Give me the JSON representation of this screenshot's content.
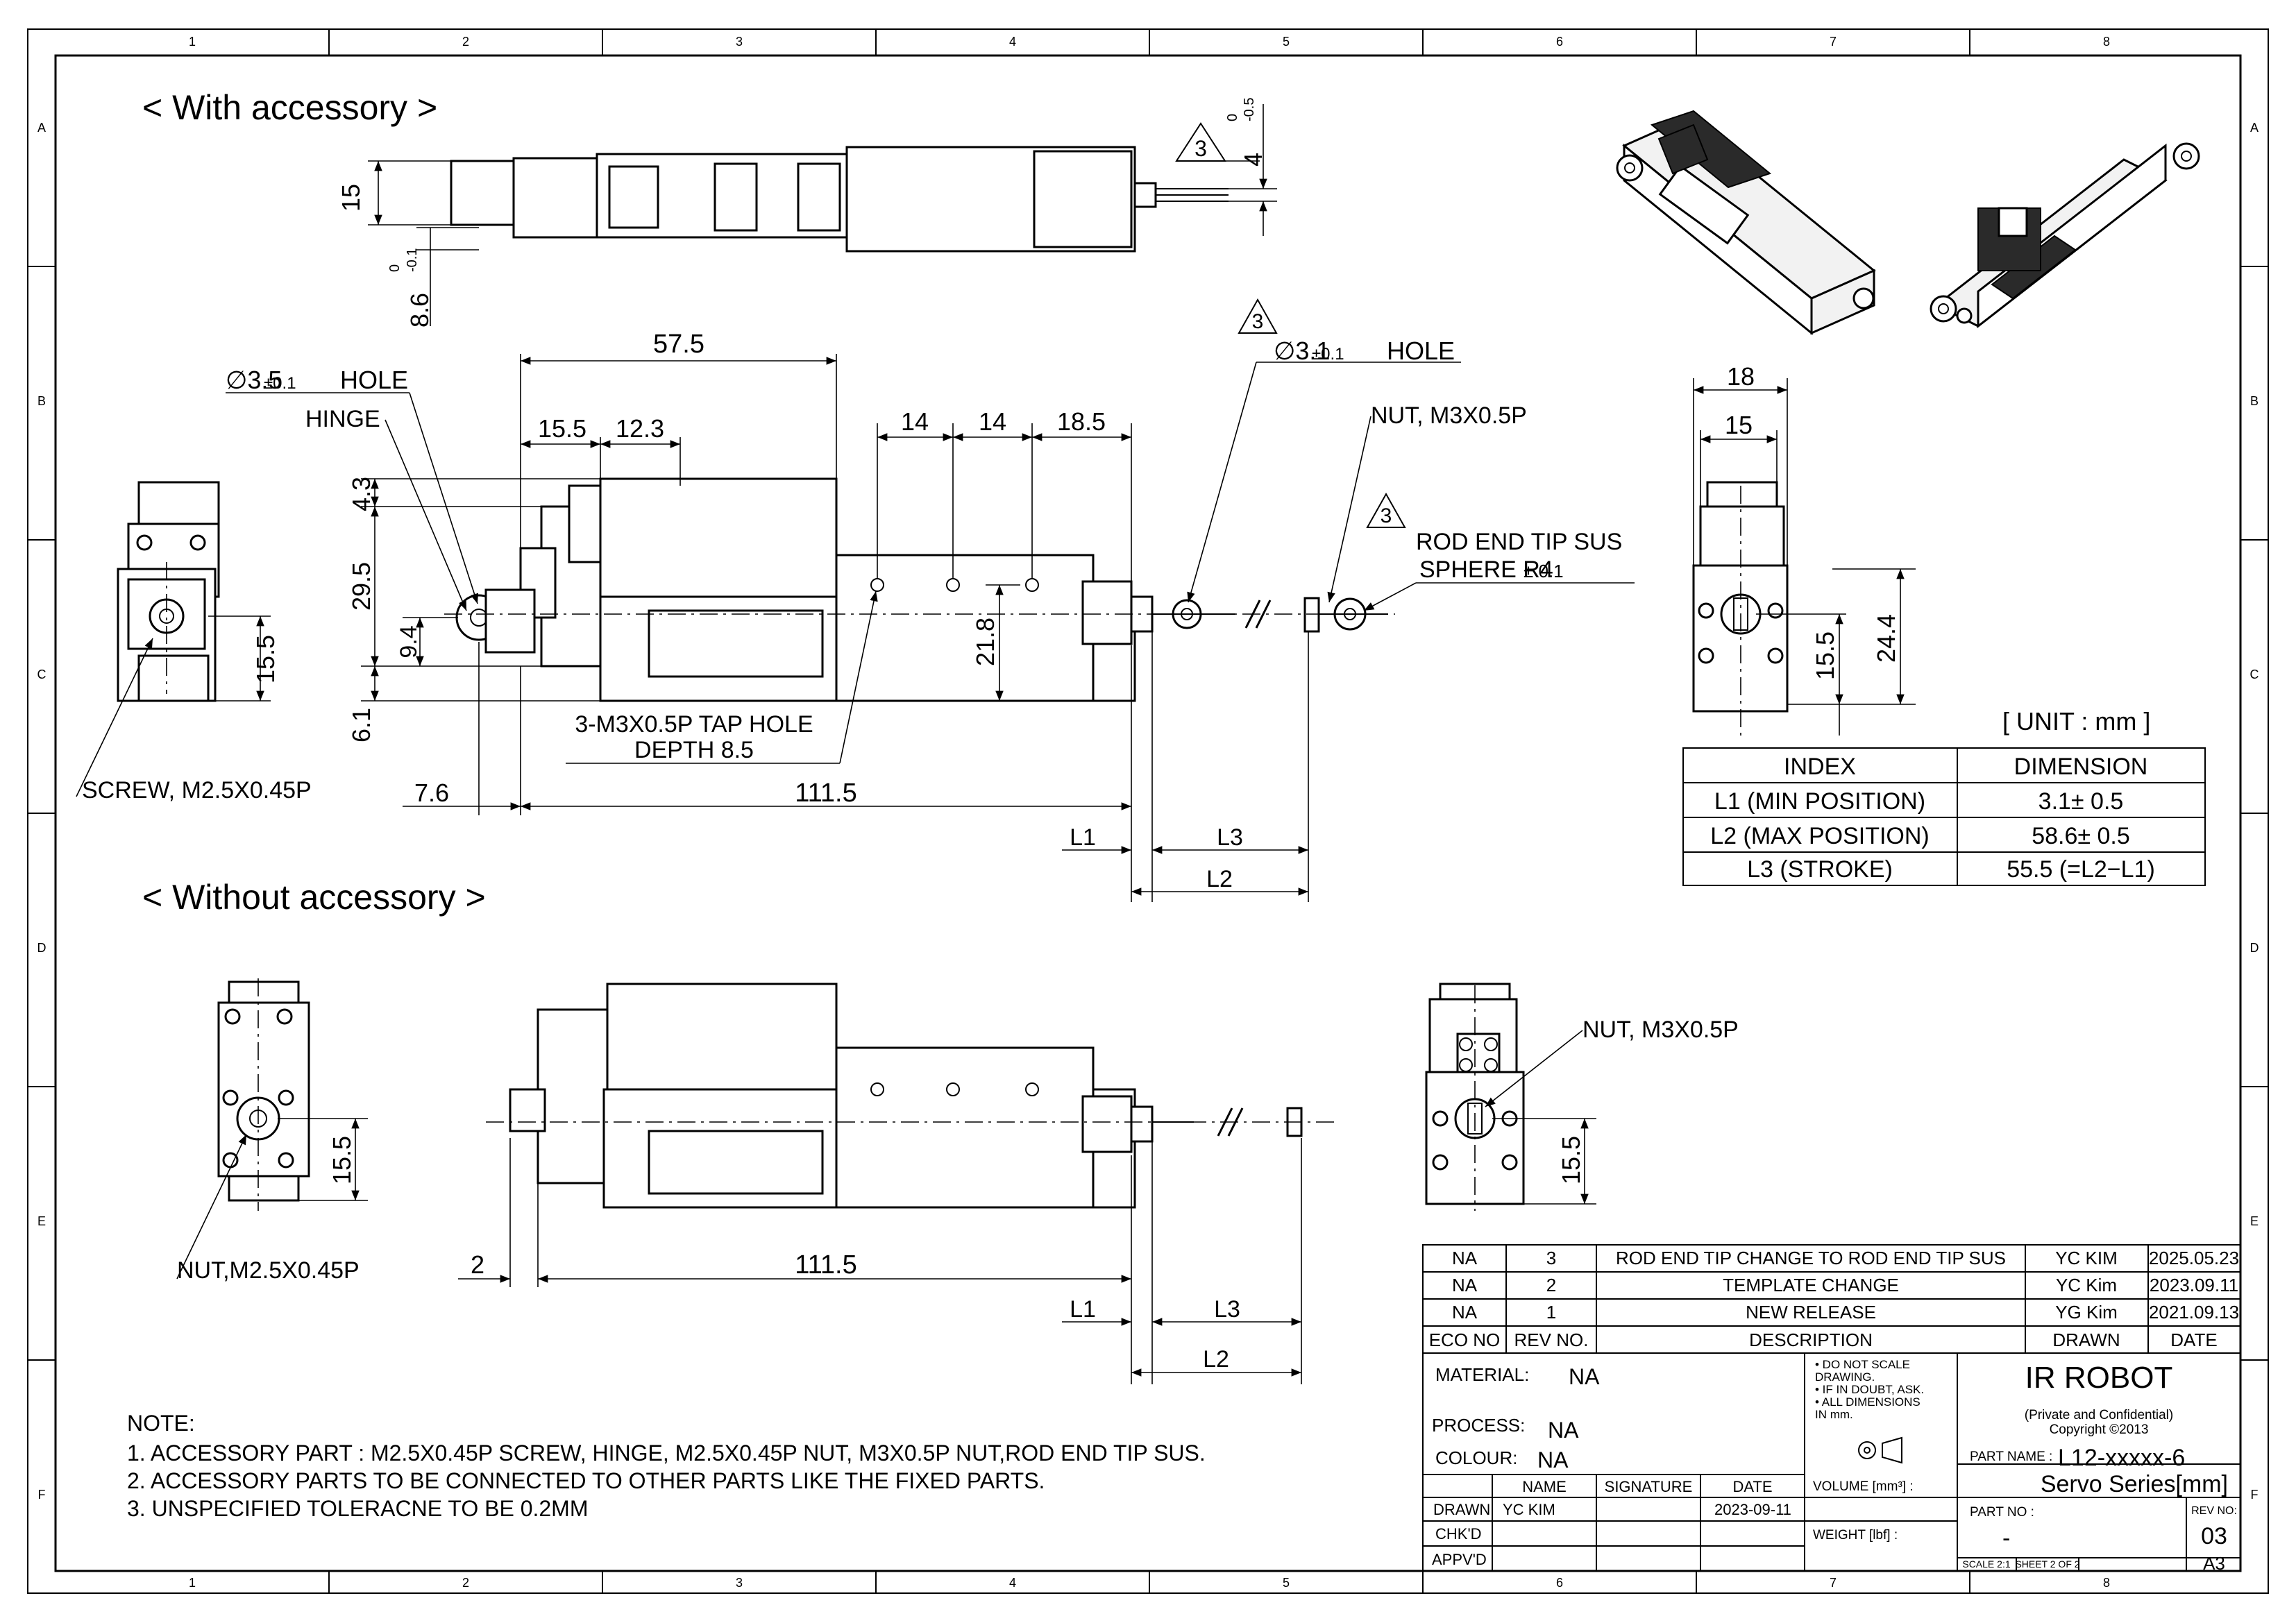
{
  "frame": {
    "columns": [
      "1",
      "2",
      "3",
      "4",
      "5",
      "6",
      "7",
      "8"
    ],
    "rows": [
      "A",
      "B",
      "C",
      "D",
      "E",
      "F"
    ]
  },
  "views": {
    "with_accessory_title": "< With accessory >",
    "without_accessory_title": "< Without accessory >"
  },
  "dims": {
    "d15_top": "15",
    "d86": "8.6",
    "d86_tol_upper": "0",
    "d86_tol_lower": "-0.1",
    "d4": "4",
    "d4_tol_upper": "0",
    "d4_tol_lower": "-0.5",
    "rev3": "3",
    "d575": "57.5",
    "d155": "15.5",
    "d123": "12.3",
    "d14a": "14",
    "d14b": "14",
    "d185": "18.5",
    "d43": "4.3",
    "d295": "29.5",
    "d94": "9.4",
    "d61": "6.1",
    "d218": "21.8",
    "d76": "7.6",
    "d1115": "111.5",
    "L1": "L1",
    "L2": "L2",
    "L3": "L3",
    "side_155": "15.5",
    "r18": "18",
    "r15": "15",
    "r155": "15.5",
    "r244": "24.4",
    "b155": "15.5",
    "b2": "2",
    "b1115": "111.5",
    "br155": "15.5"
  },
  "callouts": {
    "hole35": "∅3.5",
    "hole35_tol": "±0.1",
    "hole35_suffix": "HOLE",
    "hole31": "∅3.1",
    "hole31_tol": "±0.1",
    "hole31_suffix": "HOLE",
    "hinge": "HINGE",
    "nut_m3": "NUT, M3X0.5P",
    "rod_end_1": "ROD END TIP SUS",
    "rod_end_2": "SPHERE R4",
    "rod_end_2_tol": "± 0.1",
    "tap_1": "3-M3X0.5P TAP HOLE",
    "tap_2": "DEPTH 8.5",
    "screw": "SCREW, M2.5X0.45P",
    "nut_m25": "NUT,M2.5X0.45P",
    "nut_m3_b": "NUT, M3X0.5P"
  },
  "unit_label": "[ UNIT : mm ]",
  "dim_table": {
    "headers": [
      "INDEX",
      "DIMENSION"
    ],
    "rows": [
      [
        "L1 (MIN POSITION)",
        "3.1± 0.5"
      ],
      [
        "L2 (MAX POSITION)",
        "58.6± 0.5"
      ],
      [
        "L3 (STROKE)",
        "55.5 (=L2−L1)"
      ]
    ]
  },
  "notes": {
    "title": "NOTE:",
    "lines": [
      "1. ACCESSORY PART :  M2.5X0.45P SCREW, HINGE, M2.5X0.45P NUT, M3X0.5P NUT,ROD END TIP SUS.",
      "2. ACCESSORY PARTS TO BE CONNECTED TO OTHER PARTS LIKE THE  FIXED PARTS.",
      "3. UNSPECIFIED TOLERACNE TO BE 0.2MM"
    ]
  },
  "revision_table": {
    "rows": [
      [
        "NA",
        "3",
        "ROD END TIP CHANGE TO ROD END TIP SUS",
        "YC KIM",
        "2025.05.23"
      ],
      [
        "NA",
        "2",
        "TEMPLATE CHANGE",
        "YC Kim",
        "2023.09.11"
      ],
      [
        "NA",
        "1",
        "NEW RELEASE",
        "YG Kim",
        "2021.09.13"
      ]
    ],
    "headers": [
      "ECO NO",
      "REV NO.",
      "DESCRIPTION",
      "DRAWN",
      "DATE"
    ]
  },
  "title_block": {
    "material_label": "MATERIAL:",
    "material_value": "NA",
    "process_label": "PROCESS:",
    "process_value": "NA",
    "colour_label": "COLOUR:",
    "colour_value": "NA",
    "notes_bullets": [
      "• DO NOT SCALE",
      "  DRAWING.",
      "• IF IN DOUBT, ASK.",
      "• ALL DIMENSIONS",
      "  IN mm."
    ],
    "company": "IR ROBOT",
    "private": "(Private and Confidential)",
    "copyright": "Copyright ©2013",
    "part_name_label": "PART NAME :",
    "part_name_value": "L12-xxxxx-6",
    "series": "Servo Series[mm]",
    "part_no_label": "PART NO :",
    "part_no_value": "-",
    "rev_no_label": "REV NO:",
    "rev_no_value": "03",
    "scale_label": "SCALE  2:1",
    "sheet_label": "SHEET 2 OF 2",
    "size_value": "A3",
    "volume_label": "VOLUME [mm³] :",
    "weight_label": "WEIGHT [lbf] :",
    "col_headers": [
      "NAME",
      "SIGNATURE",
      "DATE"
    ],
    "drawn_label": "DRAWN",
    "drawn_name": "YC KIM",
    "drawn_date": "2023-09-11",
    "chkd_label": "CHK'D",
    "apprvd_label": "APPV'D"
  }
}
